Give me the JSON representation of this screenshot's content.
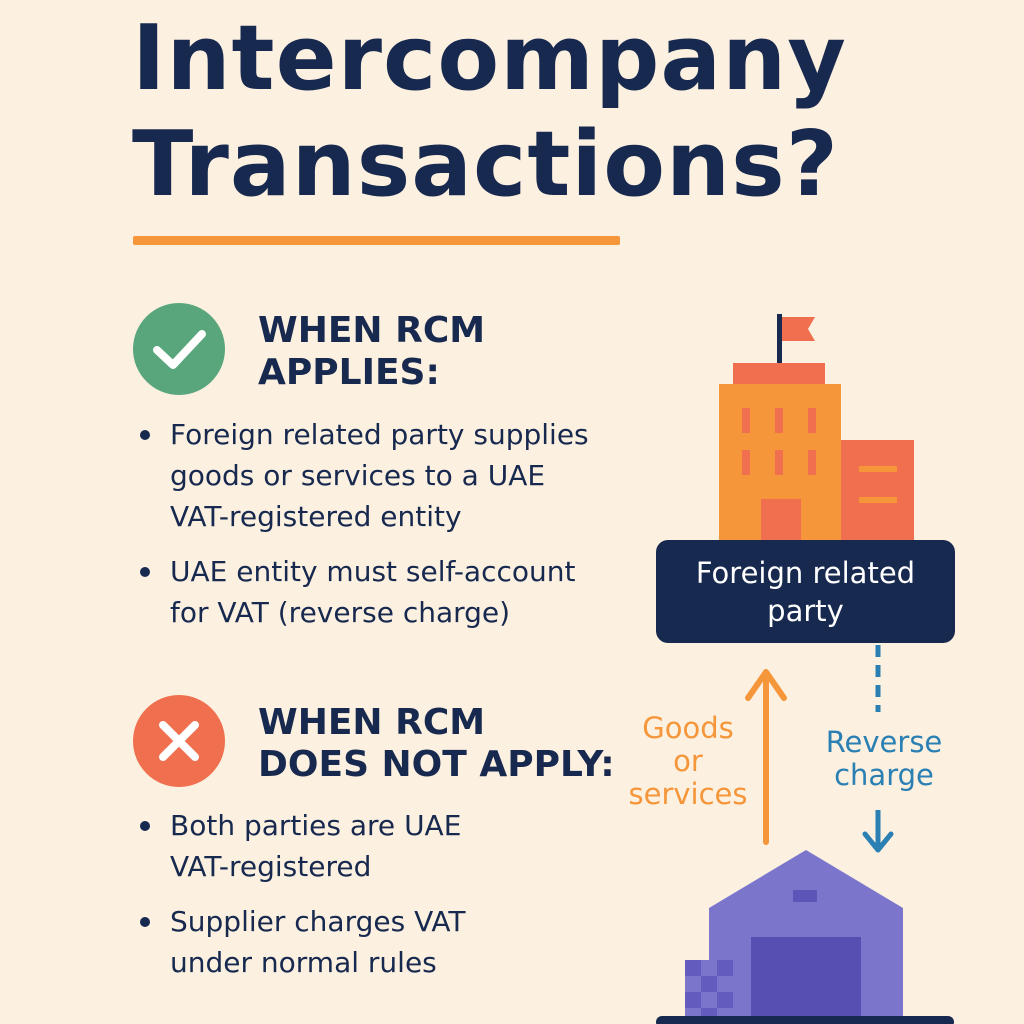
{
  "title": {
    "line1": "Intercompany",
    "line2": "Transactions?"
  },
  "applies": {
    "icon": "check-icon",
    "heading_line1": "WHEN RCM",
    "heading_line2": "APPLIES:",
    "bullets": [
      "Foreign related party supplies\ngoods or services to a UAE\nVAT-registered entity",
      "UAE entity must self-account\nfor VAT (reverse charge)"
    ]
  },
  "not_applies": {
    "icon": "cross-icon",
    "heading_line1": "WHEN RCM",
    "heading_line2": "DOES NOT APPLY:",
    "bullets": [
      "Both parties are UAE\nVAT-registered",
      "Supplier charges VAT\nunder normal rules"
    ]
  },
  "diagram": {
    "party_label": "Foreign related party",
    "goods_label": [
      "Goods",
      "or",
      "services"
    ],
    "reverse_label": [
      "Reverse",
      "charge"
    ]
  },
  "colors": {
    "navy": "#17294f",
    "accent_orange": "#f5963a",
    "check_green": "#5aa67c",
    "cross_red": "#ef6f4f",
    "reverse_blue": "#2a7fb3",
    "warehouse_purple": "#7b76cc",
    "background": "#fcf0e0"
  }
}
